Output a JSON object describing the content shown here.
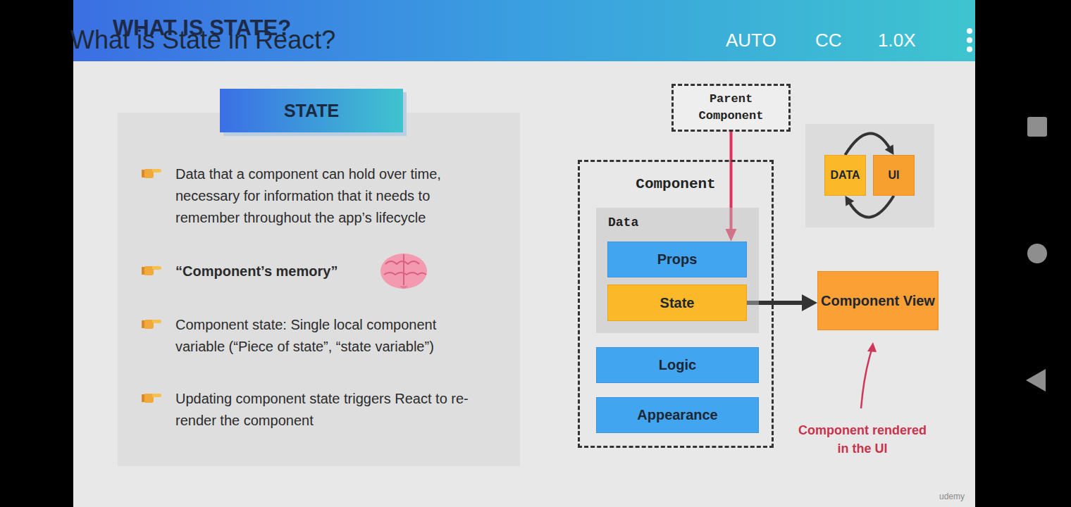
{
  "diagram": {
    "title": "What is State in React?",
    "nodes": [
      {
        "text": [
          "Data that a component can hold over time, necessary for information that it needs to remember throughout the app’s lifecycle",
          "“Component’s memory”",
          "Component state: Single local component variable (“Piece of state”, “state variable”)",
          "Updating component state triggers React to re-render the component"
        ]
      },
      {
        "text": [
          "STATE"
        ],
        "in": 0
      },
      {
        "text": [
          "Parent Component"
        ]
      },
      {
        "text": [
          "Component"
        ]
      },
      {
        "text": [
          "Data"
        ],
        "in": 3
      },
      {
        "text": [
          "Props"
        ],
        "in": 4
      },
      {
        "text": [
          "State"
        ],
        "in": 4
      },
      {
        "text": [
          "Logic"
        ],
        "in": 3
      },
      {
        "text": [
          "Appearance"
        ],
        "in": 3
      },
      {
        "text": [
          "DATA"
        ]
      },
      {
        "text": [
          "UI"
        ]
      },
      {
        "text": [
          "Component View"
        ]
      }
    ],
    "edges": [
      {
        "from": 2,
        "to": 5,
        "arrow": "to"
      },
      {
        "from": 6,
        "to": 11,
        "arrow": "to"
      },
      {
        "from": 9,
        "to": 10,
        "arrow": "to"
      },
      {
        "from": 10,
        "to": 9,
        "arrow": "to"
      }
    ],
    "labels": [
      "WHAT IS STATE?",
      "AUTO",
      "CC",
      "1.0X",
      "Component rendered in the UI",
      "udemy"
    ]
  }
}
